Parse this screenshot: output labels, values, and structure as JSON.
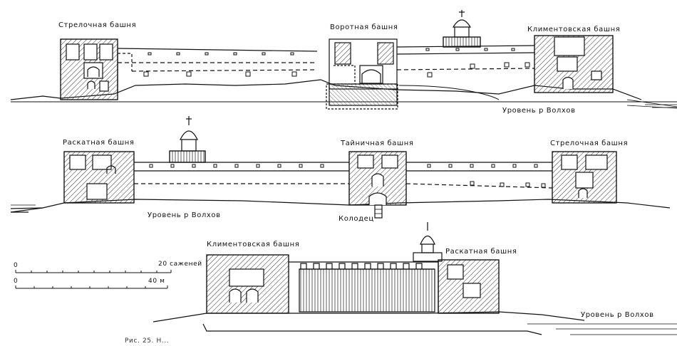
{
  "top_elevation": {
    "labels": [
      "Стрелочная башня",
      "Воротная башня",
      "Климентовская башня"
    ],
    "river_level": "Уровень р Волхов"
  },
  "middle_elevation": {
    "labels": [
      "Раскатная башня",
      "Тайничная башня",
      "Стрелочная башня"
    ],
    "river_level": "Уровень р Волхов",
    "well": "Колодец"
  },
  "bottom_elevation": {
    "labels": [
      "Климентовская башня",
      "Раскатная башня"
    ],
    "river_level": "Уровень р Волхов"
  },
  "scale": {
    "sazhen": {
      "zero": "0",
      "max": "20 саженей"
    },
    "meters": {
      "zero": "0",
      "max": "40 м"
    }
  },
  "caption": "Рис. 25. Н..."
}
